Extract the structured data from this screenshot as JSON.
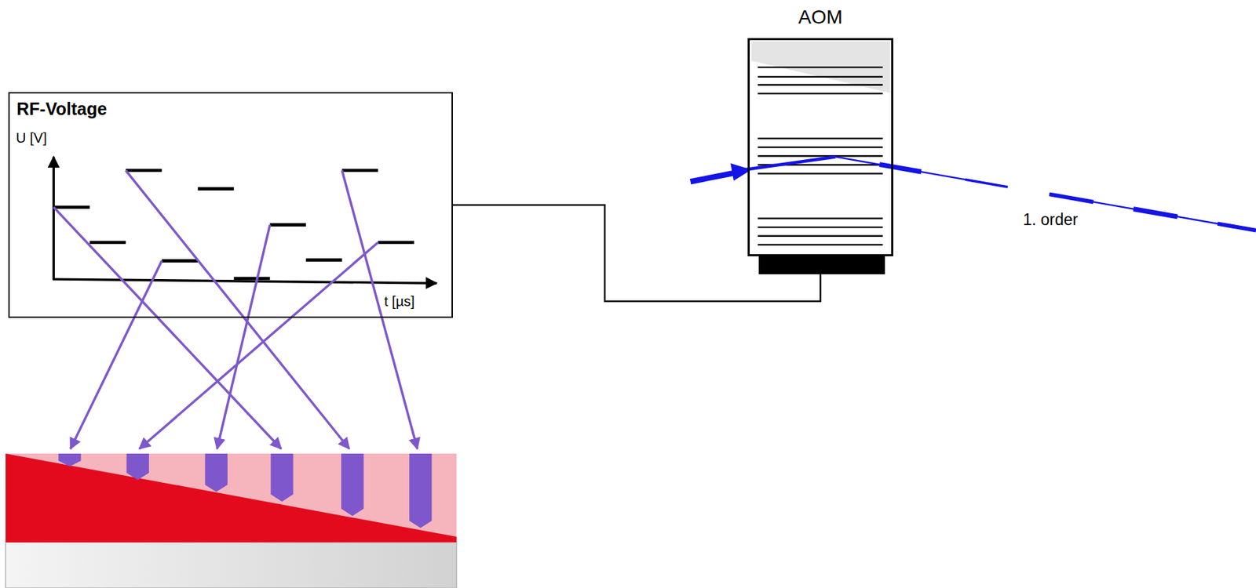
{
  "diagram": {
    "nodes": [
      {
        "text": [
          "RF-Voltage"
        ]
      },
      {
        "text": [
          "AOM"
        ]
      }
    ],
    "edges": [
      {
        "from": 0,
        "to": 1,
        "arrow": "none"
      }
    ],
    "labels": [
      "U [V]",
      "t [µs]",
      "1. order"
    ]
  }
}
